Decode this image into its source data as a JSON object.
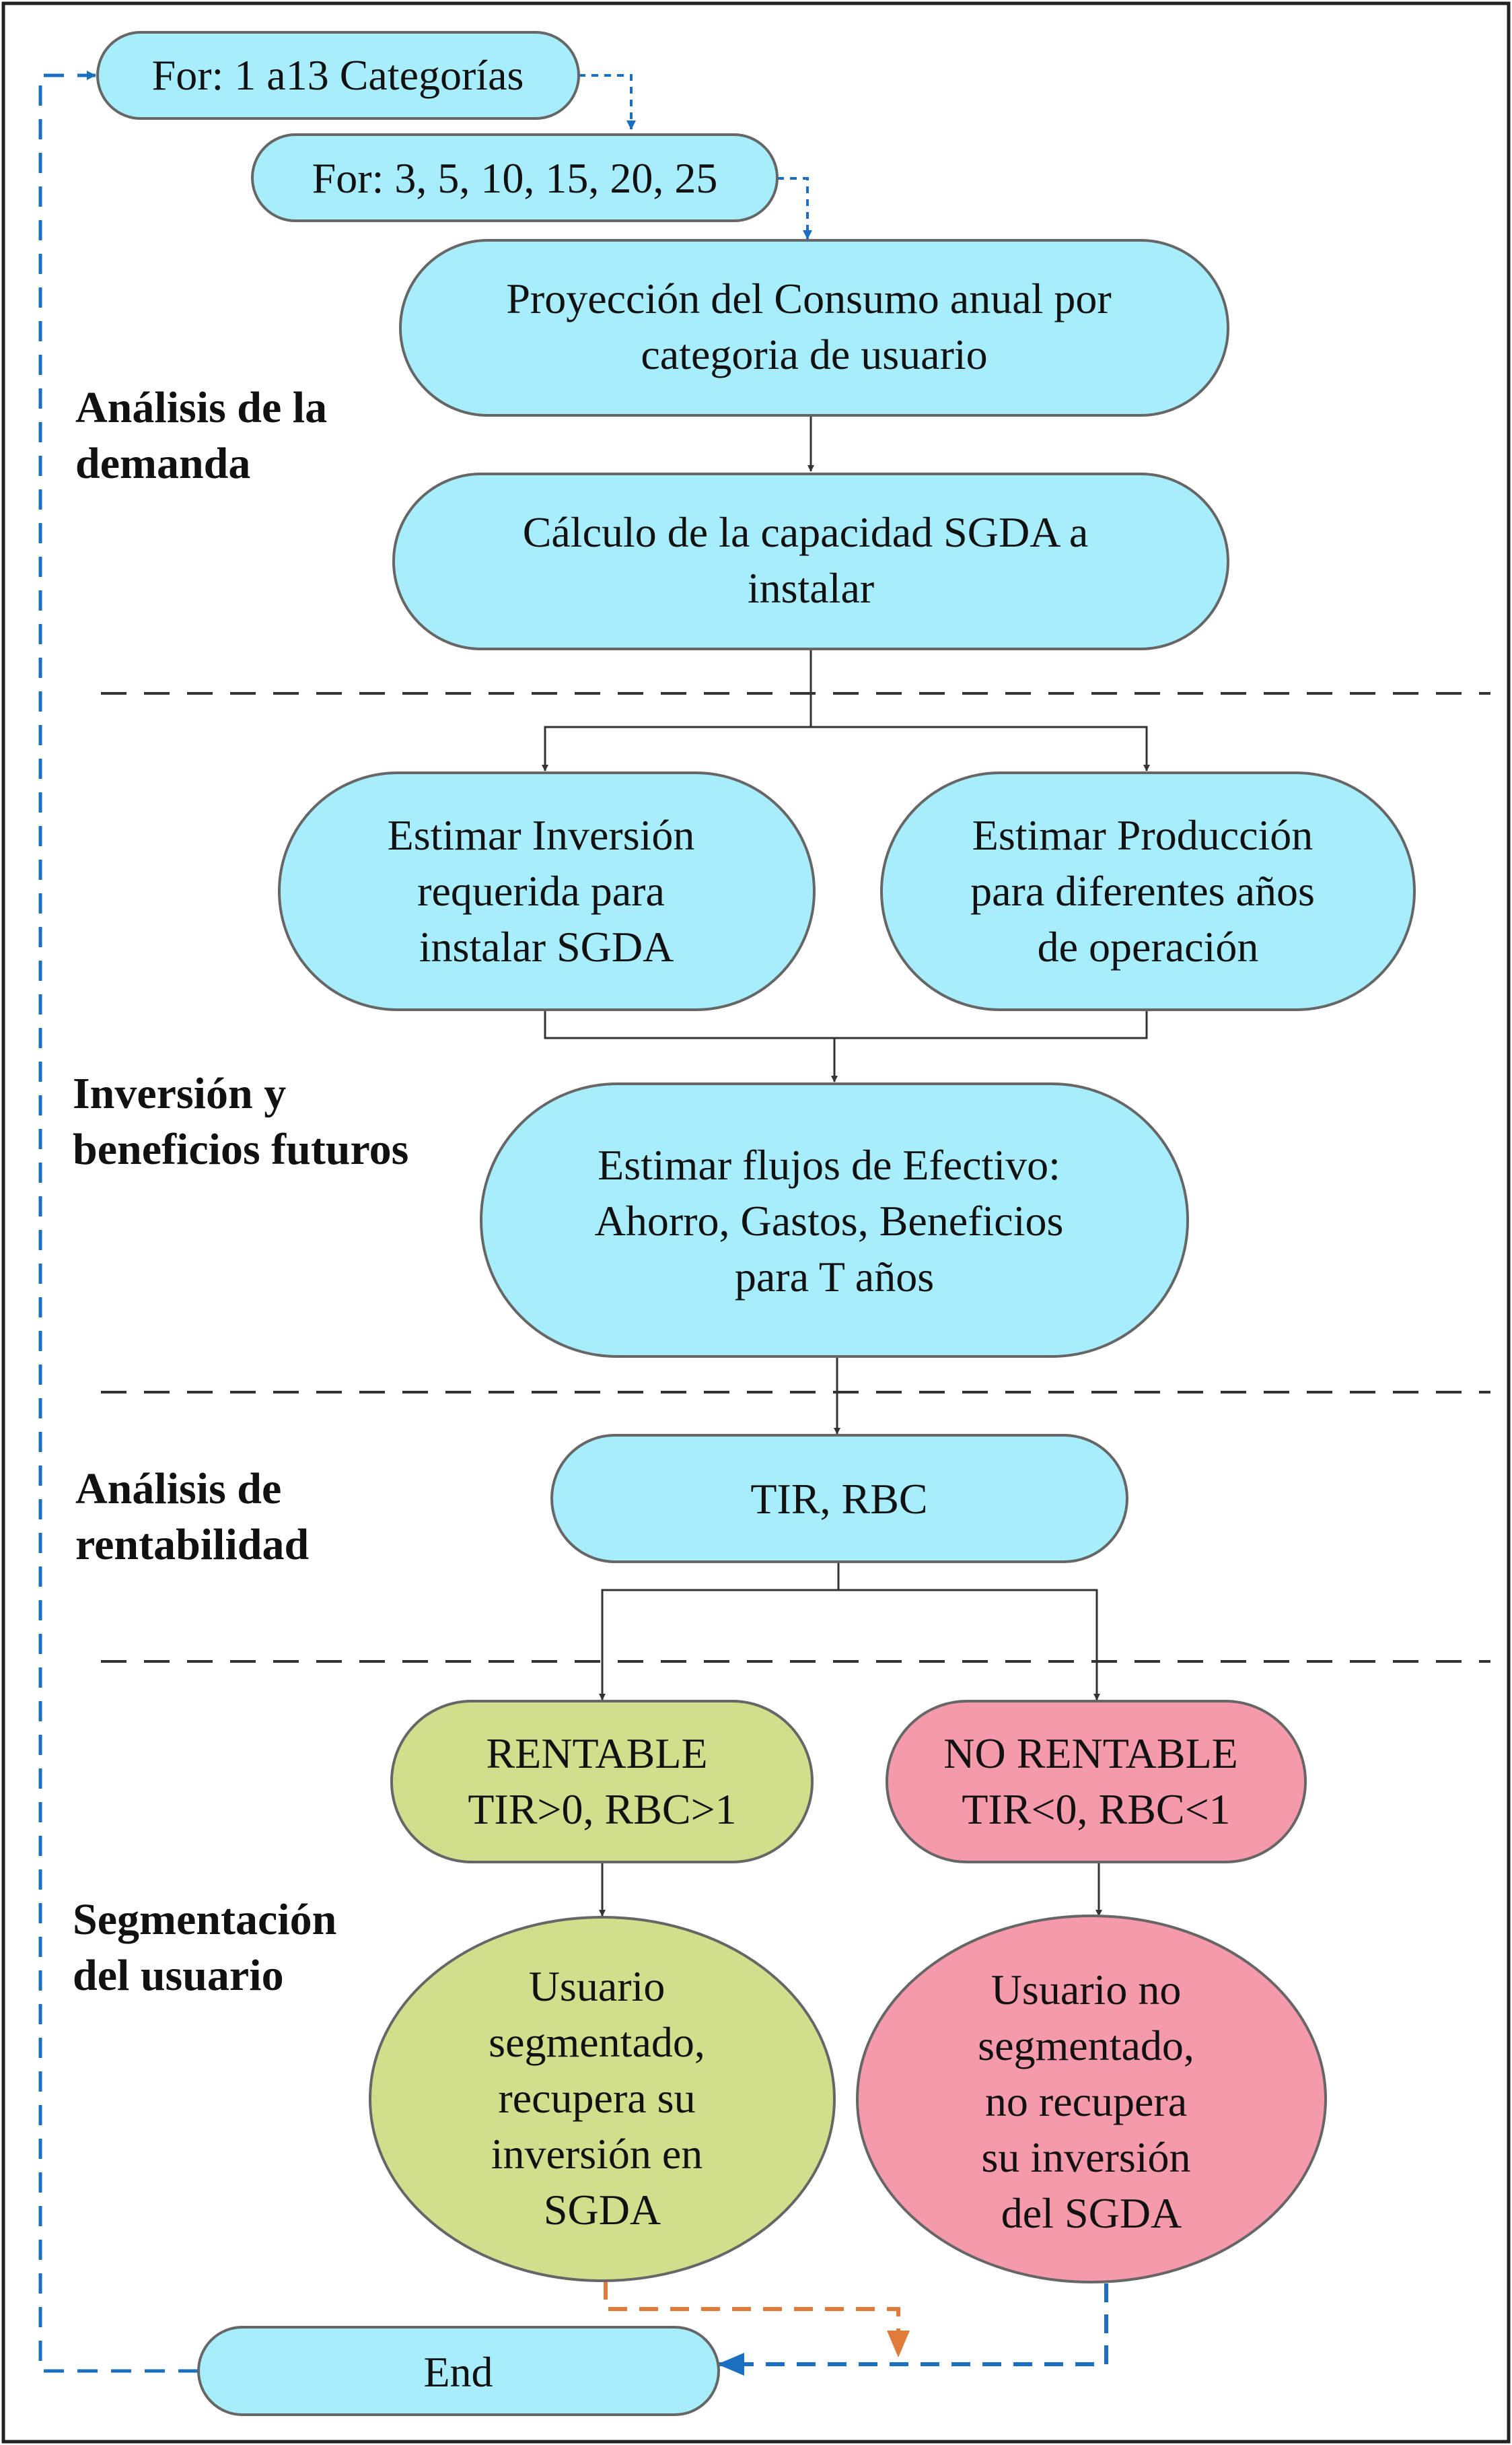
{
  "colors": {
    "node_blue": "#a8edfb",
    "node_green": "#d1df8d",
    "node_pink": "#f59aaa",
    "node_border": "#666666",
    "connector": "#333333",
    "loop_blue": "#1a6fc0",
    "loop_orange": "#e07b3a",
    "separator": "#333333"
  },
  "loops": {
    "outer": "For: 1 a13 Categorías",
    "inner": "For: 3, 5, 10, 15, 20, 25"
  },
  "sections": {
    "demand": [
      "Análisis de la",
      "demanda"
    ],
    "investment": [
      "Inversión y",
      "beneficios futuros"
    ],
    "profitability": [
      "Análisis de",
      "rentabilidad"
    ],
    "segmentation": [
      "Segmentación",
      "del usuario"
    ]
  },
  "nodes": {
    "projection": [
      "Proyección del Consumo anual por",
      "categoria de usuario"
    ],
    "capacity": [
      "Cálculo de la capacidad SGDA a",
      "instalar"
    ],
    "investment_estimate": [
      "Estimar Inversión",
      "requerida para",
      "instalar  SGDA"
    ],
    "production_estimate": [
      "Estimar Producción",
      "para diferentes años",
      "de operación"
    ],
    "cash_flows": [
      "Estimar flujos de Efectivo:",
      "Ahorro, Gastos, Beneficios",
      "para T años"
    ],
    "indicators": [
      "TIR, RBC"
    ],
    "profitable": [
      "RENTABLE",
      "TIR>0, RBC>1"
    ],
    "not_profitable": [
      "NO RENTABLE",
      "TIR<0, RBC<1"
    ],
    "segmented_user": [
      "Usuario",
      "segmentado,",
      "recupera su",
      "inversión en",
      "SGDA"
    ],
    "non_segmented_user": [
      "Usuario no",
      "segmentado,",
      "no recupera",
      "su inversión",
      "del SGDA"
    ],
    "end": [
      "End"
    ]
  }
}
